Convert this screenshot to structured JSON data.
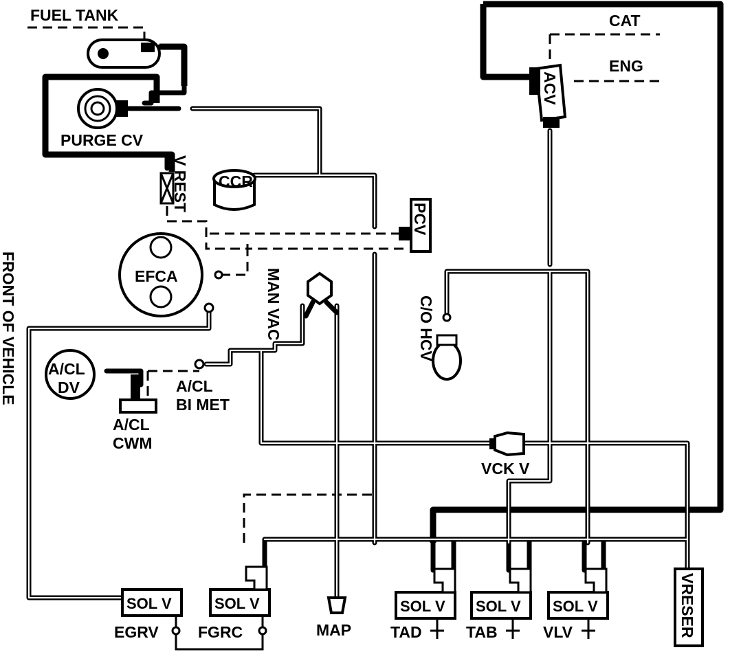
{
  "labels": {
    "fuel_tank": "FUEL TANK",
    "purge_cv": "PURGE CV",
    "v_rest": "V REST",
    "ccr": "CCR",
    "pcv": "PCV",
    "efca": "EFCA",
    "man_vac": "MAN VAC",
    "cat": "CAT",
    "eng": "ENG",
    "acv": "ACV",
    "co_hcv": "C/O HCV",
    "acl_dv_line1": "A/CL",
    "acl_dv_line2": "DV",
    "acl_bimet_line1": "A/CL",
    "acl_bimet_line2": "BI MET",
    "acl_cwm_line1": "A/CL",
    "acl_cwm_line2": "CWM",
    "front_of_vehicle": "FRONT OF VEHICLE",
    "vck_v": "VCK V",
    "map": "MAP",
    "vreser": "VRESER",
    "egrv": "EGRV",
    "fgrc": "FGRC",
    "tad": "TAD",
    "tab": "TAB",
    "vlv": "VLV",
    "sol_v": "SOL V"
  }
}
